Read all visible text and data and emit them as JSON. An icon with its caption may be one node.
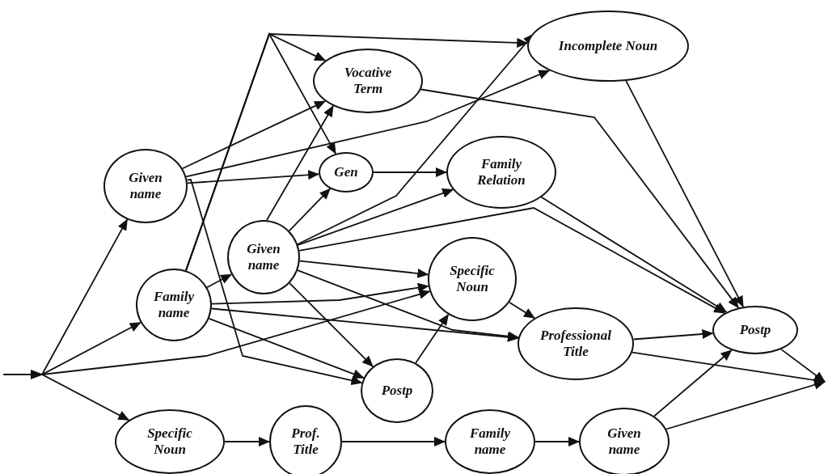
{
  "diagram": {
    "nodes": [
      {
        "text": [
          "Incomplete Noun"
        ]
      },
      {
        "text": [
          "Vocative Term"
        ]
      },
      {
        "text": [
          "Given name"
        ]
      },
      {
        "text": [
          "Gen"
        ]
      },
      {
        "text": [
          "Family Relation"
        ]
      },
      {
        "text": [
          "Given name"
        ]
      },
      {
        "text": [
          "Family name"
        ]
      },
      {
        "text": [
          "Specific Noun"
        ]
      },
      {
        "text": [
          "Professional Title"
        ]
      },
      {
        "text": [
          "Postp"
        ]
      },
      {
        "text": [
          "Postp"
        ]
      },
      {
        "text": [
          "Specific Noun"
        ]
      },
      {
        "text": [
          "Prof. Title"
        ]
      },
      {
        "text": [
          "Family name"
        ]
      },
      {
        "text": [
          "Given name"
        ]
      }
    ],
    "edges": [
      {
        "from": null,
        "to": 2,
        "arrow": "to"
      },
      {
        "from": null,
        "to": 6,
        "arrow": "to"
      },
      {
        "from": null,
        "to": 7,
        "arrow": "to"
      },
      {
        "from": null,
        "to": 11,
        "arrow": "to"
      },
      {
        "from": 2,
        "to": 1,
        "arrow": "to"
      },
      {
        "from": 2,
        "to": 0,
        "arrow": "to"
      },
      {
        "from": 2,
        "to": 3,
        "arrow": "to"
      },
      {
        "from": 2,
        "to": 10,
        "arrow": "to"
      },
      {
        "from": 6,
        "to": 5,
        "arrow": "to"
      },
      {
        "from": 6,
        "to": 0,
        "arrow": "to"
      },
      {
        "from": 6,
        "to": 1,
        "arrow": "to"
      },
      {
        "from": 6,
        "to": 3,
        "arrow": "to"
      },
      {
        "from": 6,
        "to": 7,
        "arrow": "to"
      },
      {
        "from": 6,
        "to": 8,
        "arrow": "to"
      },
      {
        "from": 6,
        "to": 10,
        "arrow": "to"
      },
      {
        "from": 5,
        "to": 1,
        "arrow": "to"
      },
      {
        "from": 5,
        "to": 3,
        "arrow": "to"
      },
      {
        "from": 5,
        "to": 0,
        "arrow": "to"
      },
      {
        "from": 5,
        "to": 4,
        "arrow": "to"
      },
      {
        "from": 5,
        "to": 9,
        "arrow": "to"
      },
      {
        "from": 5,
        "to": 7,
        "arrow": "to"
      },
      {
        "from": 5,
        "to": 8,
        "arrow": "to"
      },
      {
        "from": 5,
        "to": 10,
        "arrow": "to"
      },
      {
        "from": 3,
        "to": 4,
        "arrow": "to"
      },
      {
        "from": 1,
        "to": 9,
        "arrow": "to"
      },
      {
        "from": 0,
        "to": 9,
        "arrow": "to"
      },
      {
        "from": 4,
        "to": 9,
        "arrow": "to"
      },
      {
        "from": 8,
        "to": 9,
        "arrow": "to"
      },
      {
        "from": 14,
        "to": 9,
        "arrow": "to"
      },
      {
        "from": 7,
        "to": 8,
        "arrow": "to"
      },
      {
        "from": 10,
        "to": 7,
        "arrow": "to"
      },
      {
        "from": 11,
        "to": 12,
        "arrow": "to"
      },
      {
        "from": 12,
        "to": 13,
        "arrow": "to"
      },
      {
        "from": 13,
        "to": 14,
        "arrow": "to"
      },
      {
        "from": 9,
        "to": null,
        "arrow": "to"
      },
      {
        "from": 8,
        "to": null,
        "arrow": "to"
      },
      {
        "from": 14,
        "to": null,
        "arrow": "to"
      }
    ]
  }
}
